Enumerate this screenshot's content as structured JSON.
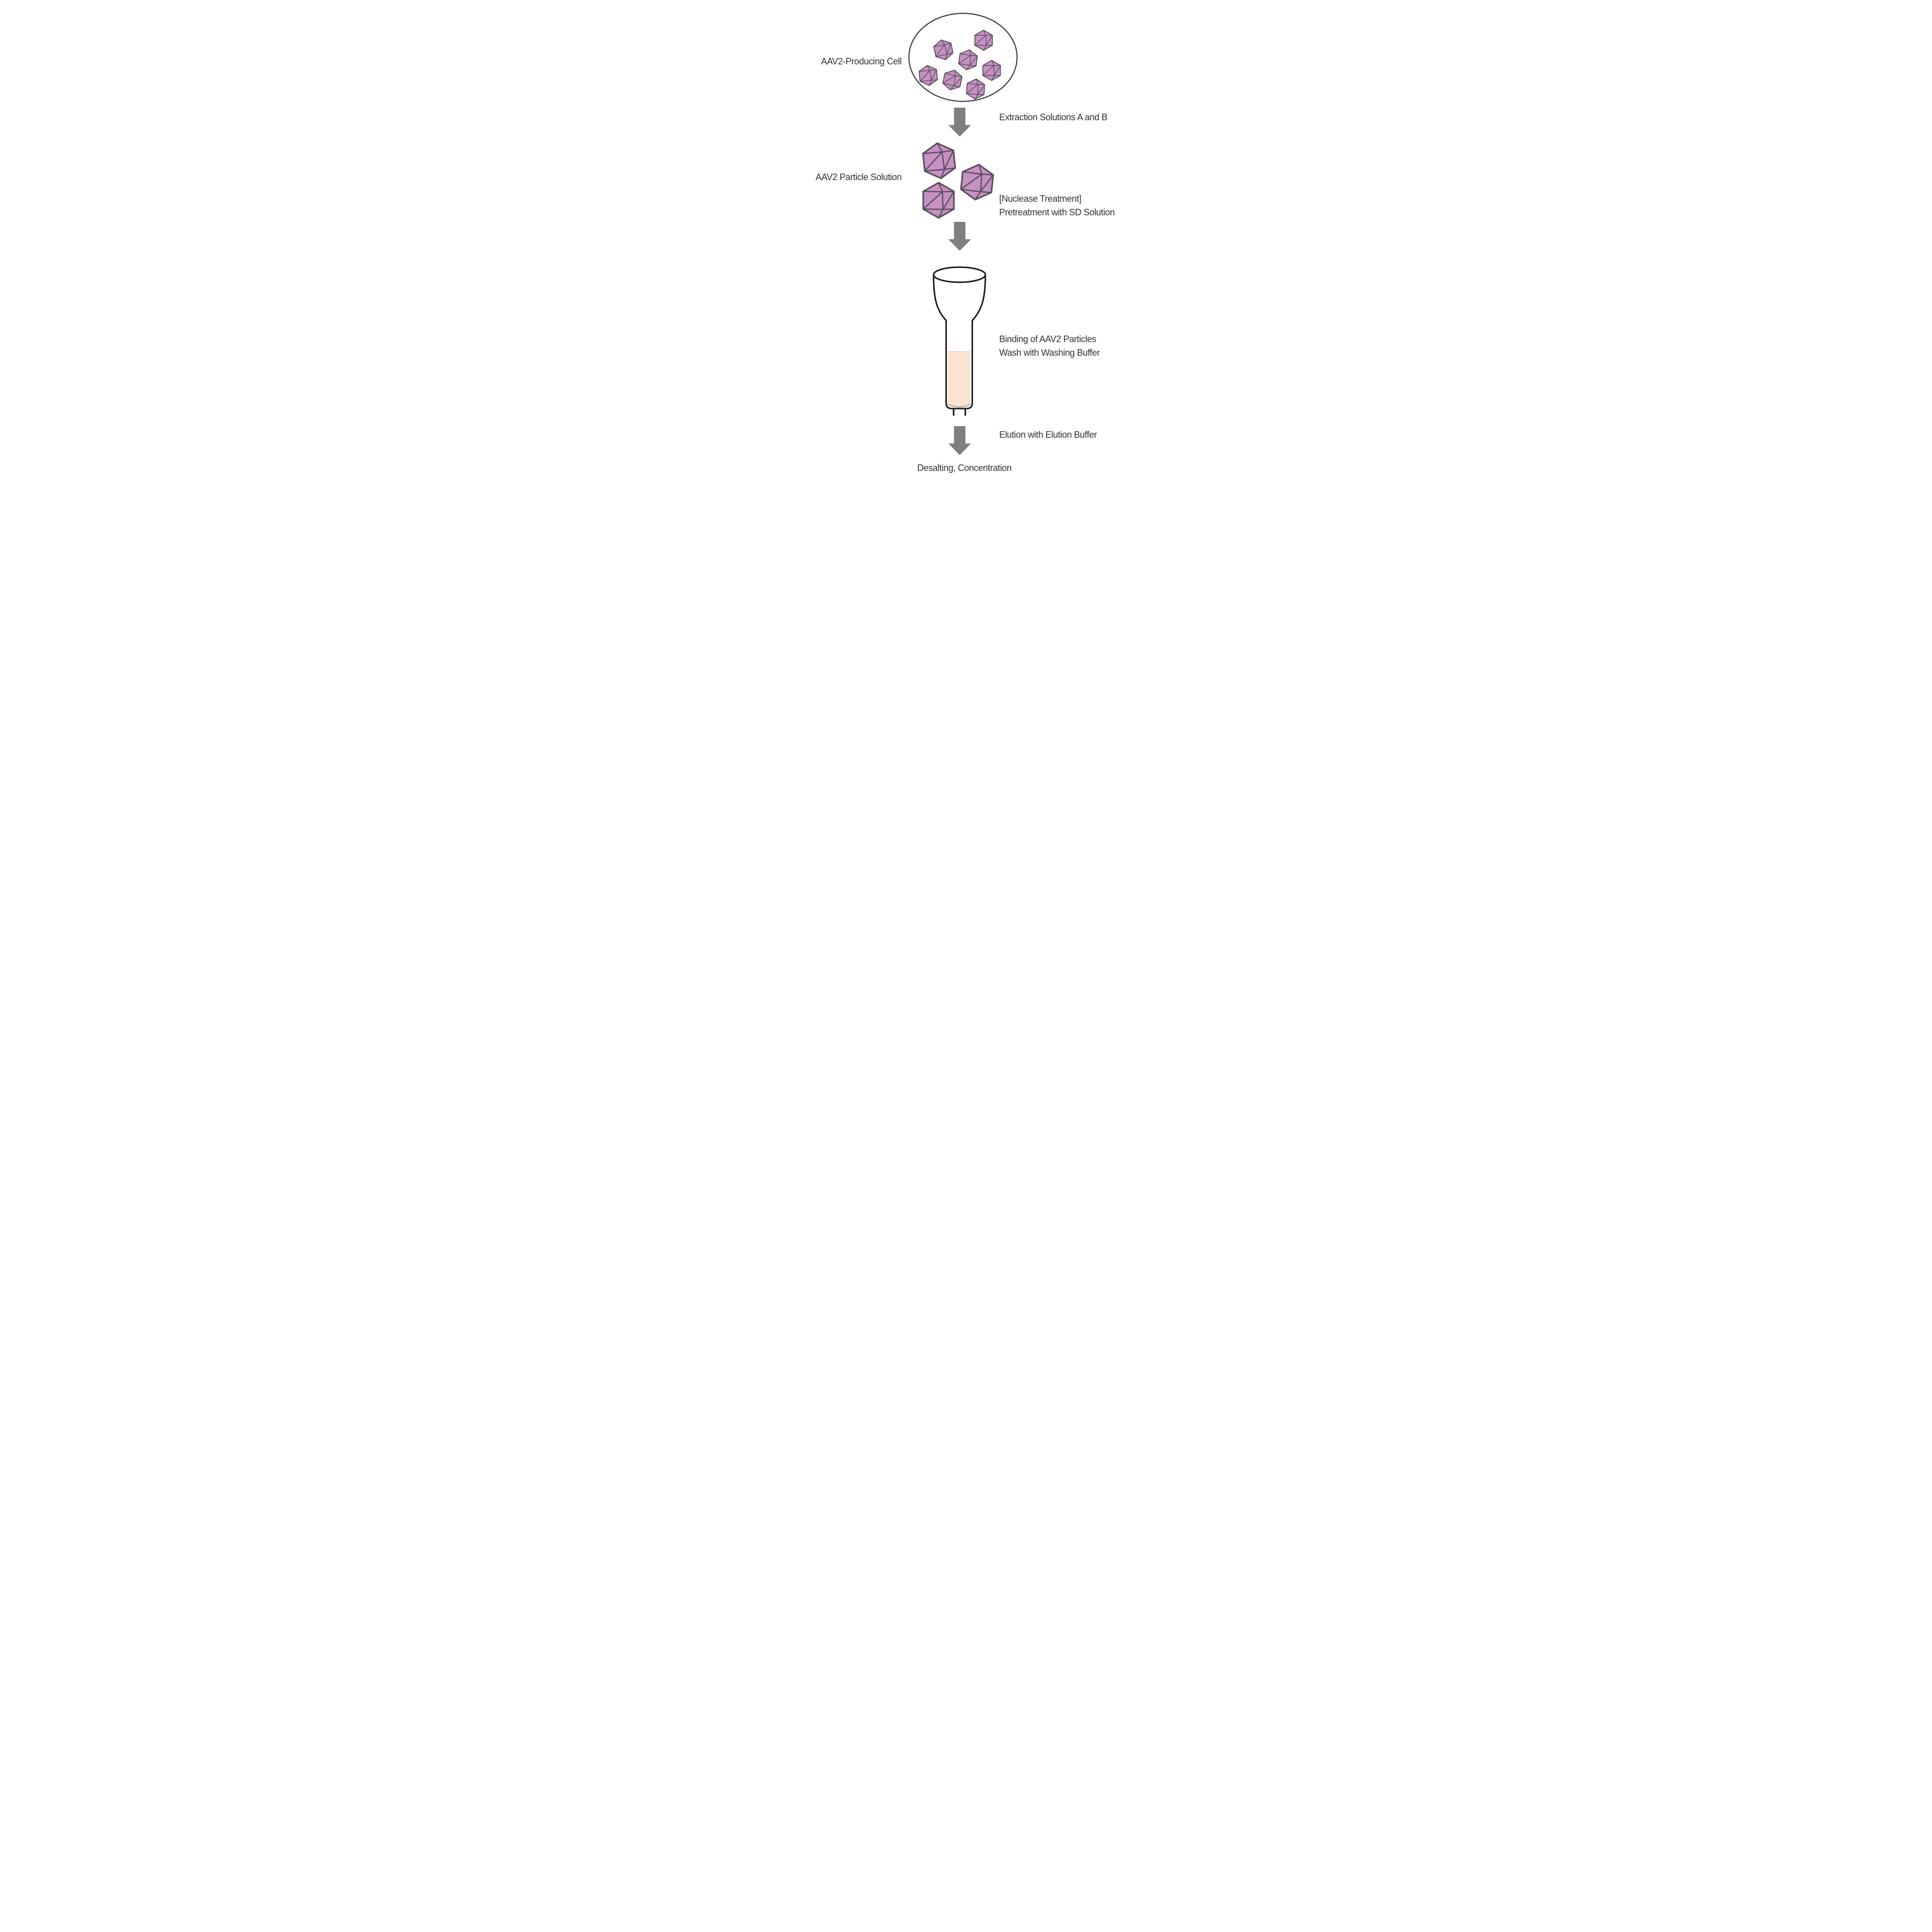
{
  "colors": {
    "background": "#ffffff",
    "text": "#333333",
    "particle_fill": "#c791c3",
    "particle_stroke": "#584f5d",
    "arrow": "#7f7f7f",
    "column_outline": "#1c1c1c",
    "cell_outline": "#3d3d3d",
    "liquid": "#fbe3d2",
    "liquid_edge": "#e6c3ae",
    "meniscus": "#7f6e63"
  },
  "labels": {
    "producing_cell": "AAV2-Producing Cell",
    "extraction": "Extraction Solutions A and B",
    "particle_solution": "AAV2 Particle Solution",
    "nuclease_line1": "[Nuclease Treatment]",
    "nuclease_line2": "Pretreatment with SD Solution",
    "binding_line1": "Binding of AAV2 Particles",
    "binding_line2": "Wash with Washing Buffer",
    "elution": "Elution with Elution Buffer",
    "desalting": "Desalting, Concentration"
  },
  "icons": {
    "virus_particle": "icosahedral-aav2-capsid",
    "down_arrow": "gray-block-arrow",
    "cell": "cell-ellipse-outline",
    "column": "spin-column-with-resin"
  },
  "counts": {
    "cell_particles": 7,
    "solution_particles": 3,
    "process_arrows": 3
  }
}
